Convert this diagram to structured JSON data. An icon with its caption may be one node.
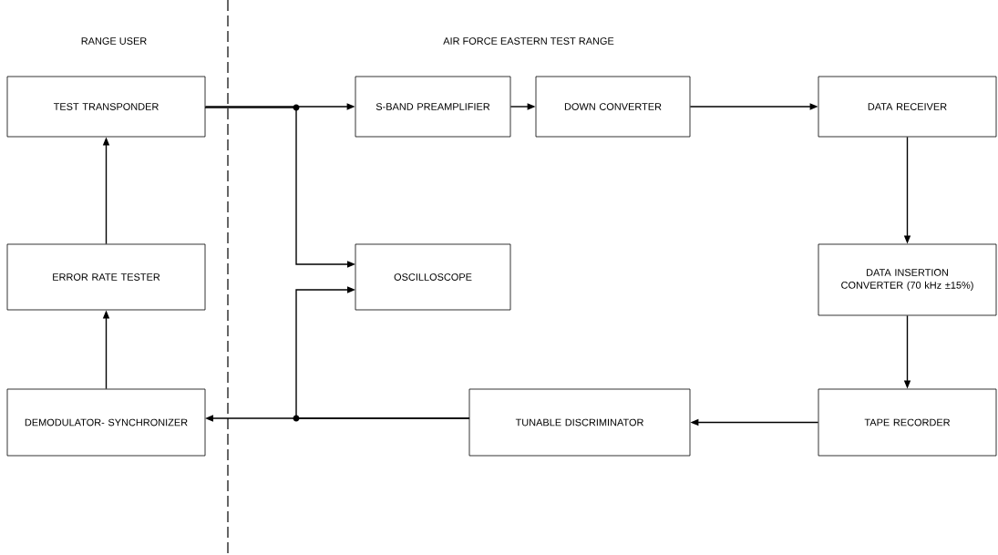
{
  "diagram": {
    "nodes": [
      {
        "text": [
          "TEST TRANSPONDER"
        ]
      },
      {
        "text": [
          "ERROR RATE TESTER"
        ]
      },
      {
        "text": [
          "DEMODULATOR- SYNCHRONIZER"
        ]
      },
      {
        "text": [
          "S-BAND PREAMPLIFIER"
        ]
      },
      {
        "text": [
          "DOWN CONVERTER"
        ]
      },
      {
        "text": [
          "DATA RECEIVER"
        ]
      },
      {
        "text": [
          "OSCILLOSCOPE"
        ]
      },
      {
        "text": [
          "DATA INSERTION CONVERTER (70 kHz ±15%)"
        ]
      },
      {
        "text": [
          "TAPE RECORDER"
        ]
      },
      {
        "text": [
          "TUNABLE DISCRIMINATOR"
        ]
      }
    ],
    "edges": [
      {
        "from": 0,
        "to": 3,
        "arrow": "to"
      },
      {
        "from": 0,
        "to": 6,
        "arrow": "to"
      },
      {
        "from": 3,
        "to": 4,
        "arrow": "to"
      },
      {
        "from": 4,
        "to": 5,
        "arrow": "to"
      },
      {
        "from": 5,
        "to": 7,
        "arrow": "to"
      },
      {
        "from": 7,
        "to": 8,
        "arrow": "to"
      },
      {
        "from": 8,
        "to": 9,
        "arrow": "to"
      },
      {
        "from": 9,
        "to": 2,
        "arrow": "to"
      },
      {
        "from": 9,
        "to": 6,
        "arrow": "to"
      },
      {
        "from": 2,
        "to": 1,
        "arrow": "to"
      },
      {
        "from": 1,
        "to": 0,
        "arrow": "to"
      }
    ],
    "labels": [
      "RANGE USER",
      "AIR FORCE EASTERN TEST RANGE"
    ]
  }
}
